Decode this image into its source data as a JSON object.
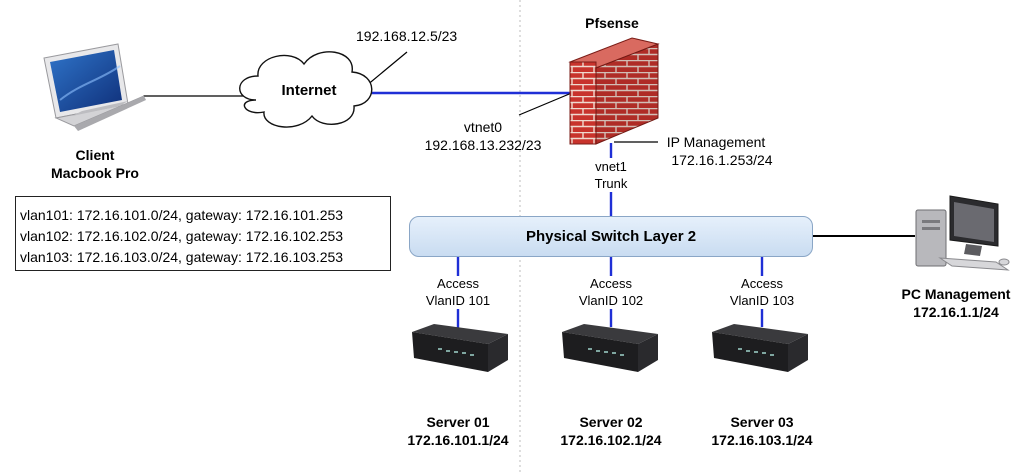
{
  "diagram": {
    "firewall": {
      "title": "Pfsense",
      "icon": "brick-firewall-icon"
    },
    "internet": {
      "label": "Internet",
      "icon": "cloud-icon"
    },
    "client": {
      "title": "Client",
      "subtitle": "Macbook Pro",
      "icon": "laptop-icon"
    },
    "wan_address": "192.168.12.5/23",
    "vtnet0": {
      "name": "vtnet0",
      "address": "192.168.13.232/23"
    },
    "ip_management": {
      "title": "IP Management",
      "address": "172.16.1.253/24"
    },
    "vnet1": {
      "name": "vnet1",
      "mode": "Trunk"
    },
    "switch": {
      "label": "Physical Switch Layer 2"
    },
    "vlan_note": [
      "vlan101: 172.16.101.0/24, gateway: 172.16.101.253",
      "vlan102: 172.16.102.0/24, gateway: 172.16.102.253",
      "vlan103: 172.16.103.0/24, gateway: 172.16.103.253"
    ],
    "access_ports": [
      {
        "mode": "Access",
        "vlan": "VlanID 101"
      },
      {
        "mode": "Access",
        "vlan": "VlanID 102"
      },
      {
        "mode": "Access",
        "vlan": "VlanID 103"
      }
    ],
    "servers": [
      {
        "name": "Server 01",
        "address": "172.16.101.1/24",
        "icon": "router-box-icon"
      },
      {
        "name": "Server 02",
        "address": "172.16.102.1/24",
        "icon": "router-box-icon"
      },
      {
        "name": "Server 03",
        "address": "172.16.103.1/24",
        "icon": "router-box-icon"
      }
    ],
    "pc_management": {
      "name": "PC Management",
      "address": "172.16.1.1/24",
      "icon": "desktop-pc-icon"
    },
    "colors": {
      "link_blue": "#1f2fd6",
      "link_black": "#000000",
      "brick_red": "#c8332c",
      "switch_fill": "#d6e6f7",
      "switch_border": "#8aa6c6",
      "divider": "#bdbdbd"
    }
  }
}
